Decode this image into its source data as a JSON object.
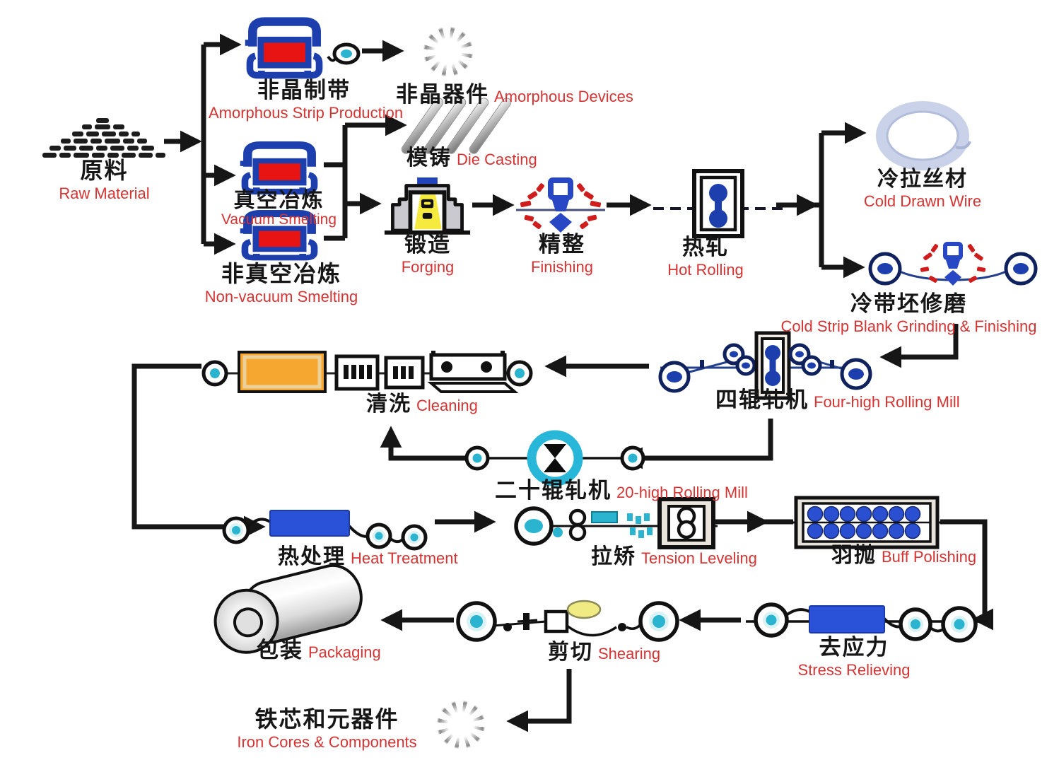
{
  "diagram": {
    "background": "#ffffff",
    "colors": {
      "arrow_black": "#161616",
      "label_zh": "#161616",
      "label_en": "#d63333",
      "furnace_blue": "#1d3fae",
      "melt_red": "#e81414",
      "coil_teal": "#2ab4cf",
      "royal_blue": "#2a52d8",
      "tank_orange": "#f5a72f",
      "mill_cyan": "#29b7d9",
      "roller_blue": "#2a4fd0",
      "glow_yellow": "#f5ea3d",
      "wire_lavender": "#c9d2e8"
    },
    "icons": {
      "raw_material": "brick-pile-icon",
      "smelting_furnace": "induction-furnace-icon",
      "strip_coil": "strip-coil-icon",
      "starburst": "device-starburst-icon",
      "die_casting": "metal-rods-icon",
      "forging": "forging-press-icon",
      "finishing": "grinder-sparks-icon",
      "hot_rolling": "rolling-stand-icon",
      "cold_drawn_wire": "wire-coil-icon",
      "cold_strip_grinding": "coil-grinder-coil-icon",
      "four_high_mill": "four-high-mill-icon",
      "cleaning": "cleaning-line-icon",
      "twenty_high_mill": "20-high-mill-icon",
      "heat_treatment": "annealing-furnace-line-icon",
      "tension_leveling": "tension-leveler-icon",
      "buff_polishing": "brush-roller-box-icon",
      "stress_relieving": "stress-relief-line-icon",
      "shearing": "shear-line-icon",
      "packaging": "wrapped-roll-icon",
      "iron_cores": "core-starburst-icon"
    }
  },
  "stations": {
    "raw_material": {
      "zh": "原料",
      "en": "Raw Material"
    },
    "amorphous_strip": {
      "zh": "非晶制带",
      "en": "Amorphous Strip Production"
    },
    "amorphous_devices": {
      "zh": "非晶器件",
      "en": "Amorphous Devices"
    },
    "vacuum_smelting": {
      "zh": "真空冶炼",
      "en": "Vacuum Smelting"
    },
    "non_vacuum_smelting": {
      "zh": "非真空冶炼",
      "en": "Non-vacuum Smelting"
    },
    "die_casting": {
      "zh": "模铸",
      "en": "Die Casting"
    },
    "forging": {
      "zh": "锻造",
      "en": "Forging"
    },
    "finishing": {
      "zh": "精整",
      "en": "Finishing"
    },
    "hot_rolling": {
      "zh": "热轧",
      "en": "Hot Rolling"
    },
    "cold_drawn_wire": {
      "zh": "冷拉丝材",
      "en": "Cold Drawn Wire"
    },
    "cold_strip_grinding": {
      "zh": "冷带坯修磨",
      "en": "Cold Strip Blank Grinding & Finishing"
    },
    "four_high_mill": {
      "zh": "四辊轧机",
      "en": "Four-high Rolling Mill"
    },
    "cleaning": {
      "zh": "清洗",
      "en": "Cleaning"
    },
    "twenty_high_mill": {
      "zh": "二十辊轧机",
      "en": "20-high Rolling Mill"
    },
    "heat_treatment": {
      "zh": "热处理",
      "en": "Heat Treatment"
    },
    "tension_leveling": {
      "zh": "拉矫",
      "en": "Tension Leveling"
    },
    "buff_polishing": {
      "zh": "羽抛",
      "en": "Buff Polishing"
    },
    "stress_relieving": {
      "zh": "去应力",
      "en": "Stress Relieving"
    },
    "shearing": {
      "zh": "剪切",
      "en": "Shearing"
    },
    "packaging": {
      "zh": "包装",
      "en": "Packaging"
    },
    "iron_cores": {
      "zh": "铁芯和元器件",
      "en": "Iron Cores & Components"
    }
  }
}
